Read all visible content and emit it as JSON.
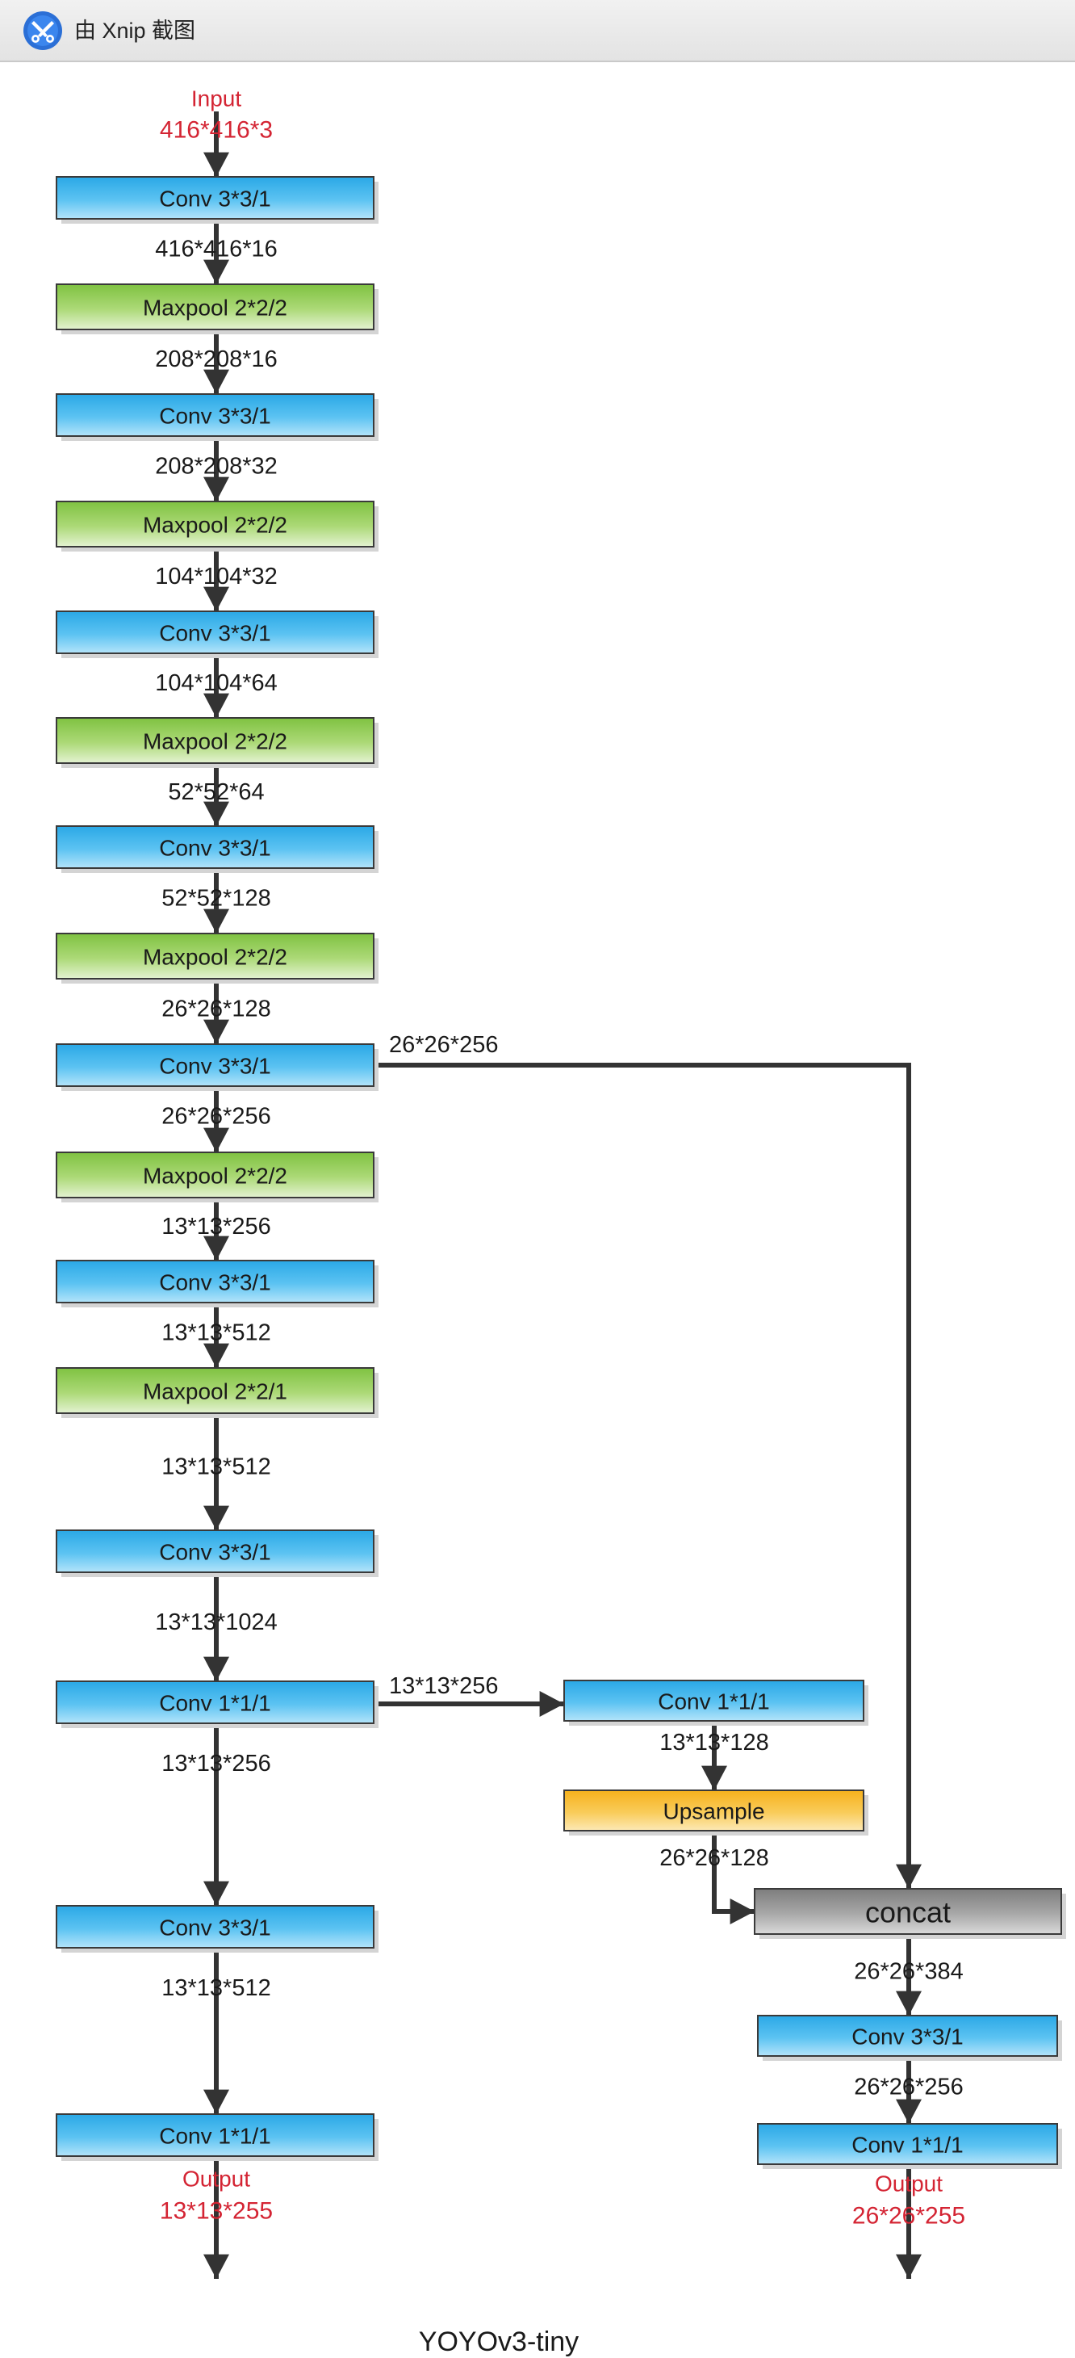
{
  "window": {
    "title": "由 Xnip 截图",
    "icon": "xnip-app-icon"
  },
  "colors": {
    "conv": "#2aa8e6",
    "maxpool": "#86c84a",
    "upsample": "#f7b829",
    "concat": "#8c8c8c",
    "io_text": "#d42433",
    "arrow": "#333333"
  },
  "diagram": {
    "input_label": "Input",
    "input_shape": "416*416*3",
    "nodes": [
      {
        "id": "n1",
        "type": "conv",
        "label": "Conv 3*3/1"
      },
      {
        "id": "n2",
        "type": "maxpool",
        "label": "Maxpool 2*2/2"
      },
      {
        "id": "n3",
        "type": "conv",
        "label": "Conv 3*3/1"
      },
      {
        "id": "n4",
        "type": "maxpool",
        "label": "Maxpool 2*2/2"
      },
      {
        "id": "n5",
        "type": "conv",
        "label": "Conv 3*3/1"
      },
      {
        "id": "n6",
        "type": "maxpool",
        "label": "Maxpool 2*2/2"
      },
      {
        "id": "n7",
        "type": "conv",
        "label": "Conv 3*3/1"
      },
      {
        "id": "n8",
        "type": "maxpool",
        "label": "Maxpool 2*2/2"
      },
      {
        "id": "n9",
        "type": "conv",
        "label": "Conv 3*3/1"
      },
      {
        "id": "n10",
        "type": "maxpool",
        "label": "Maxpool 2*2/2"
      },
      {
        "id": "n11",
        "type": "conv",
        "label": "Conv 3*3/1"
      },
      {
        "id": "n12",
        "type": "maxpool",
        "label": "Maxpool 2*2/1"
      },
      {
        "id": "n13",
        "type": "conv",
        "label": "Conv 3*3/1"
      },
      {
        "id": "n14",
        "type": "conv",
        "label": "Conv 1*1/1"
      },
      {
        "id": "n15",
        "type": "conv",
        "label": "Conv 3*3/1"
      },
      {
        "id": "n16",
        "type": "conv",
        "label": "Conv 1*1/1"
      },
      {
        "id": "r1",
        "type": "conv",
        "label": "Conv 1*1/1"
      },
      {
        "id": "r2",
        "type": "upsample",
        "label": "Upsample"
      },
      {
        "id": "r3",
        "type": "concat",
        "label": "concat"
      },
      {
        "id": "r4",
        "type": "conv",
        "label": "Conv 3*3/1"
      },
      {
        "id": "r5",
        "type": "conv",
        "label": "Conv 1*1/1"
      }
    ],
    "edges": [
      {
        "from": "n1",
        "to": "n2",
        "label": "416*416*16"
      },
      {
        "from": "n2",
        "to": "n3",
        "label": "208*208*16"
      },
      {
        "from": "n3",
        "to": "n4",
        "label": "208*208*32"
      },
      {
        "from": "n4",
        "to": "n5",
        "label": "104*104*32"
      },
      {
        "from": "n5",
        "to": "n6",
        "label": "104*104*64"
      },
      {
        "from": "n6",
        "to": "n7",
        "label": "52*52*64"
      },
      {
        "from": "n7",
        "to": "n8",
        "label": "52*52*128"
      },
      {
        "from": "n8",
        "to": "n9",
        "label": "26*26*128"
      },
      {
        "from": "n9",
        "to": "n10",
        "label": "26*26*256"
      },
      {
        "from": "n10",
        "to": "n11",
        "label": "13*13*256"
      },
      {
        "from": "n11",
        "to": "n12",
        "label": "13*13*512"
      },
      {
        "from": "n12",
        "to": "n13",
        "label": "13*13*512"
      },
      {
        "from": "n13",
        "to": "n14",
        "label": "13*13*1024"
      },
      {
        "from": "n14",
        "to": "n15",
        "label": "13*13*256"
      },
      {
        "from": "n15",
        "to": "n16",
        "label": "13*13*512"
      },
      {
        "from": "n9",
        "to": "r3",
        "label": "26*26*256"
      },
      {
        "from": "n14",
        "to": "r1",
        "label": "13*13*256"
      },
      {
        "from": "r1",
        "to": "r2",
        "label": "13*13*128"
      },
      {
        "from": "r2",
        "to": "r3",
        "label": "26*26*128"
      },
      {
        "from": "r3",
        "to": "r4",
        "label": "26*26*384"
      },
      {
        "from": "r4",
        "to": "r5",
        "label": "26*26*256"
      }
    ],
    "outputs": [
      {
        "from": "n16",
        "label": "Output",
        "shape": "13*13*255"
      },
      {
        "from": "r5",
        "label": "Output",
        "shape": "26*26*255"
      }
    ],
    "caption": "YOYOv3-tiny"
  }
}
